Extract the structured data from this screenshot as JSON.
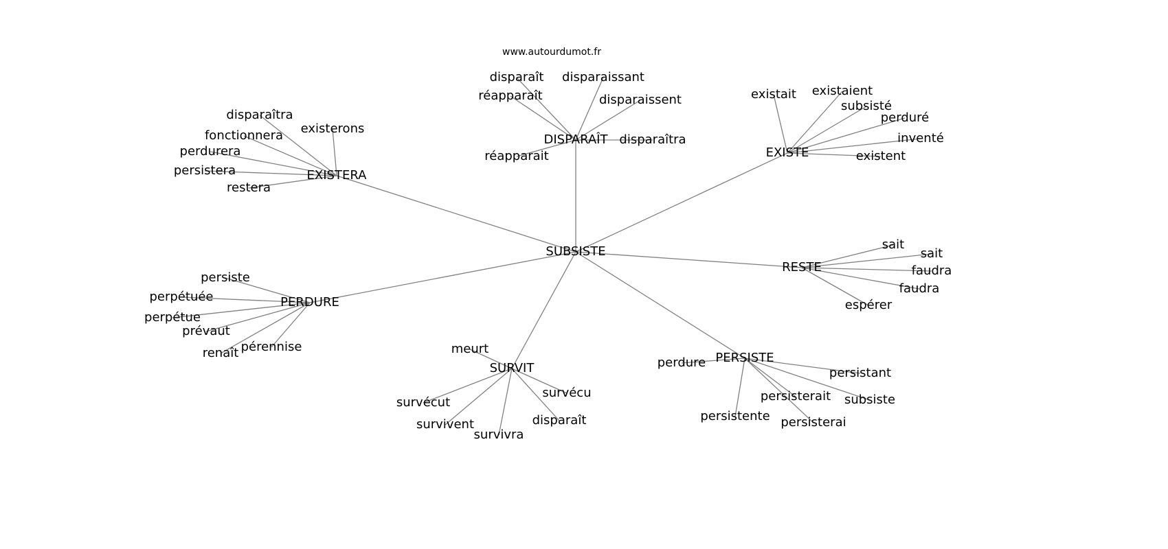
{
  "source": "www.autourdumot.fr",
  "colors": {
    "edge": "#808080",
    "text": "#000000",
    "background": "#ffffff"
  },
  "graph": {
    "center": "SUBSISTE",
    "clusters": [
      {
        "id": "DISPARAÎT",
        "label": "DISPARAÎT",
        "children": [
          "disparaît",
          "disparaissant",
          "réapparaît",
          "disparaissent",
          "disparaîtra",
          "réapparait"
        ]
      },
      {
        "id": "EXISTE",
        "label": "EXISTE",
        "children": [
          "existait",
          "existaient",
          "subsisté",
          "perduré",
          "inventé",
          "existent"
        ]
      },
      {
        "id": "EXISTERA",
        "label": "EXISTERA",
        "children": [
          "disparaîtra",
          "existerons",
          "fonctionnera",
          "perdurera",
          "persistera",
          "restera"
        ]
      },
      {
        "id": "RESTE",
        "label": "RESTE",
        "children": [
          "sait",
          "sait",
          "faudra",
          "faudra",
          "espérer"
        ]
      },
      {
        "id": "PERDURE",
        "label": "PERDURE",
        "children": [
          "persiste",
          "perpétuée",
          "perpétue",
          "prévaut",
          "renaît",
          "pérennise"
        ]
      },
      {
        "id": "SURVIT",
        "label": "SURVIT",
        "children": [
          "meurt",
          "survécut",
          "survivent",
          "survivra",
          "disparaît",
          "survécu"
        ]
      },
      {
        "id": "PERSISTE",
        "label": "PERSISTE",
        "children": [
          "perdure",
          "persistant",
          "persisterait",
          "subsiste",
          "persistente",
          "persisterai"
        ]
      }
    ]
  }
}
